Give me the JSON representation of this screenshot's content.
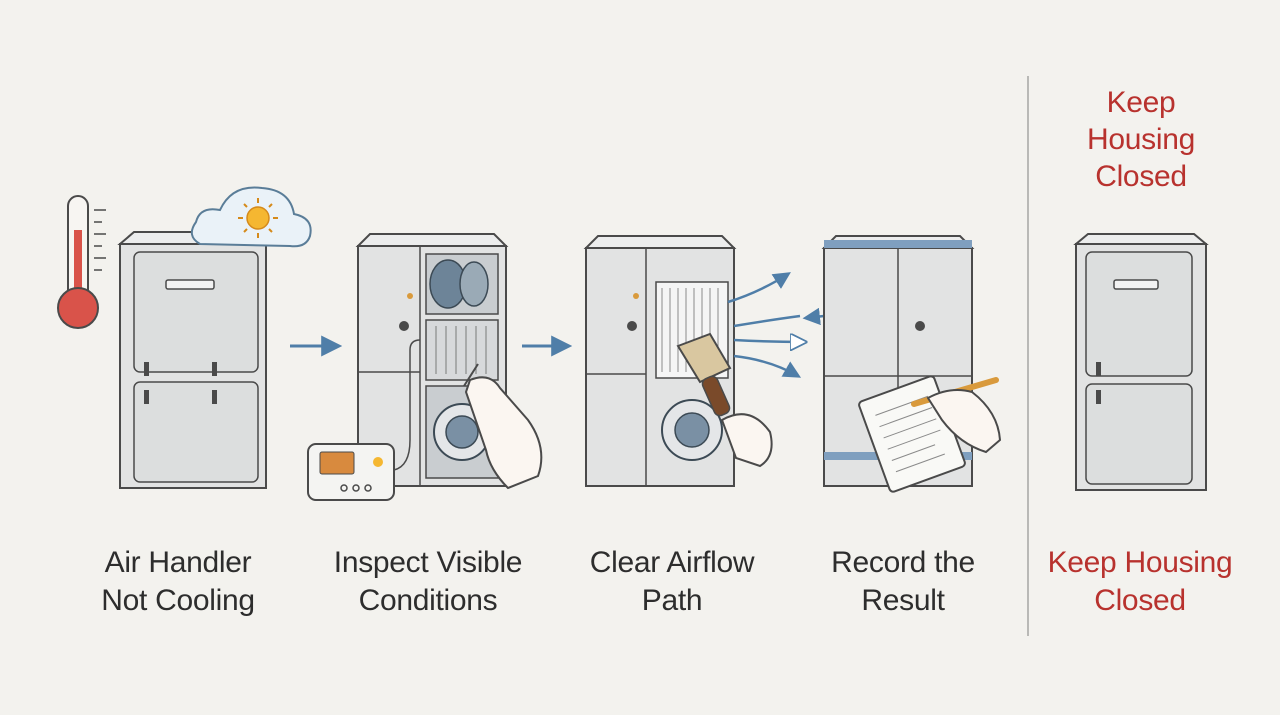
{
  "steps": [
    {
      "label_line1": "Air Handler",
      "label_line2": "Not Cooling",
      "icon": "air-handler-overheating"
    },
    {
      "label_line1": "Inspect Visible",
      "label_line2": "Conditions",
      "icon": "open-panel-inspection"
    },
    {
      "label_line1": "Clear Airflow",
      "label_line2": "Path",
      "icon": "brush-cleaning-filter"
    },
    {
      "label_line1": "Record the",
      "label_line2": "Result",
      "icon": "clipboard-note"
    }
  ],
  "warning": {
    "heading_line1": "Keep",
    "heading_line2": "Housing",
    "heading_line3": "Closed",
    "label_line1": "Keep Housing",
    "label_line2": "Closed",
    "icon": "closed-air-handler"
  },
  "colors": {
    "background": "#f3f2ee",
    "text": "#2d2d2d",
    "warning": "#b8322e",
    "arrow": "#4f7ea8",
    "cabinet": "#e2e3e3",
    "outline": "#4a4a4a"
  }
}
